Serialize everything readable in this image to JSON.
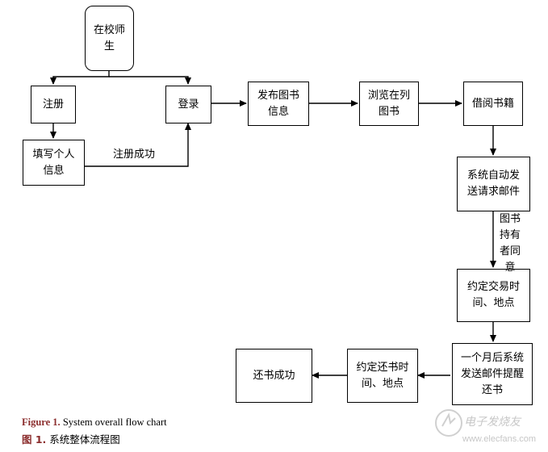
{
  "nodes": {
    "teachers_students": "在校师生",
    "register": "注册",
    "login": "登录",
    "fill_info": "填写个人\n信息",
    "publish_book": "发布图书\n信息",
    "browse_books": "浏览在列\n图书",
    "borrow_books": "借阅书籍",
    "auto_email": "系统自动发\n送请求邮件",
    "set_time_place": "约定交易时\n间、地点",
    "month_reminder": "一个月后系统\n发送邮件提醒\n还书",
    "return_time_place": "约定还书时\n间、地点",
    "return_success": "还书成功"
  },
  "edge_labels": {
    "register_success": "注册成功",
    "holder_agree": "图书持有者同意"
  },
  "caption": {
    "en_prefix": "Figure 1.",
    "en_text": " System overall flow chart",
    "cn_prefix": "图 1.",
    "cn_text": " 系统整体流程图"
  },
  "watermark": {
    "text": "电子发烧友",
    "url": "www.elecfans.com"
  }
}
